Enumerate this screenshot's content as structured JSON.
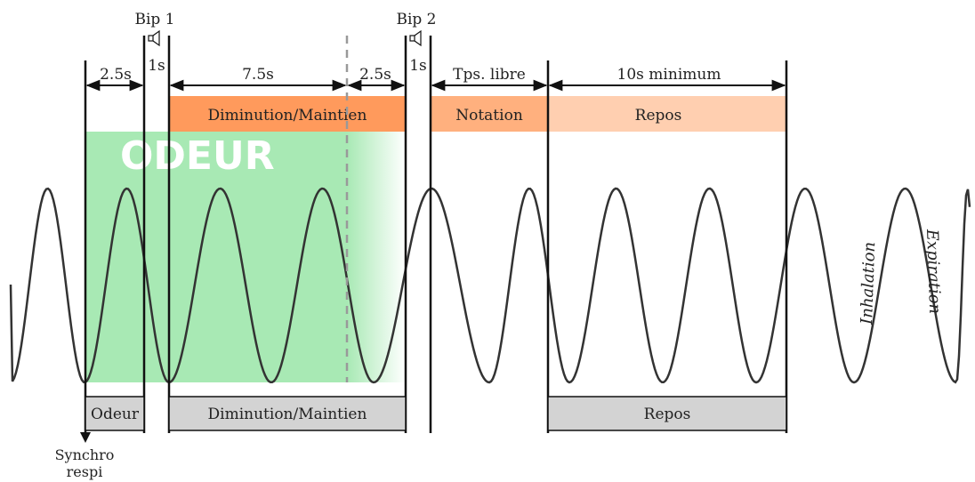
{
  "beeps": {
    "bip1": "Bip 1",
    "bip2": "Bip 2"
  },
  "durations": {
    "d_2_5a": "2.5s",
    "d_1a": "1s",
    "d_7_5": "7.5s",
    "d_2_5b": "2.5s",
    "d_1b": "1s",
    "tps_libre": "Tps. libre",
    "min10": "10s minimum"
  },
  "top_bars": {
    "diminution": "Diminution/Maintien",
    "notation": "Notation",
    "repos": "Repos"
  },
  "odour_label": "ODEUR",
  "bottom_bars": {
    "odeur": "Odeur",
    "diminution": "Diminution/Maintien",
    "repos": "Repos"
  },
  "synchro": {
    "line1": "Synchro",
    "line2": "respi"
  },
  "wave_labels": {
    "inhalation": "Inhalation",
    "expiration": "Expiration"
  },
  "colors": {
    "dim_orange": "#ff9a5c",
    "notation_orange": "#ffb07e",
    "repos_peach": "#ffcfb0",
    "odour_green": "#a8e9b4",
    "gray_bar": "#d3d3d3"
  }
}
